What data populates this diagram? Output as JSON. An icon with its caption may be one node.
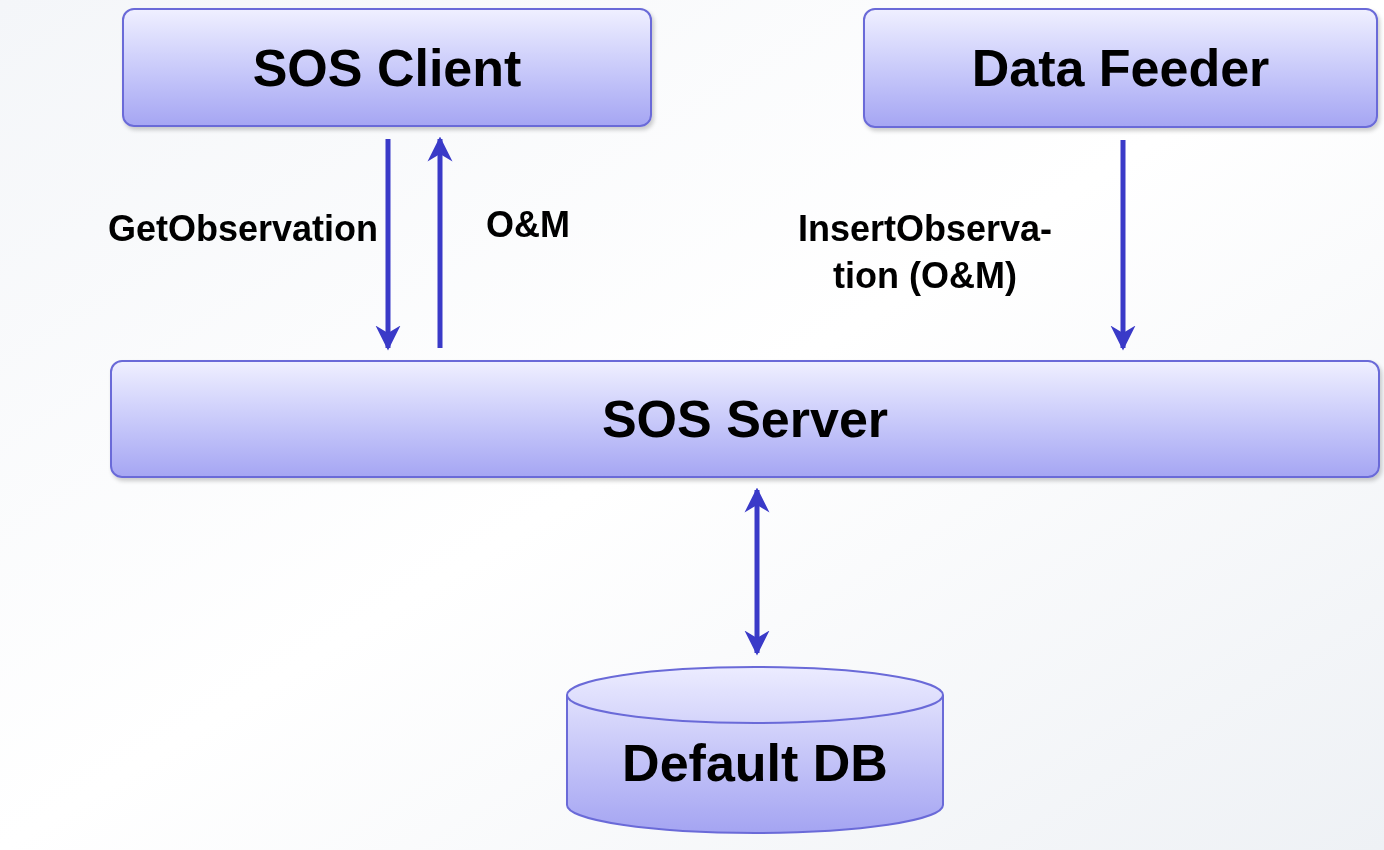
{
  "diagram": {
    "nodes": [
      {
        "text": [
          "SOS Client"
        ]
      },
      {
        "text": [
          "Data Feeder"
        ]
      },
      {
        "text": [
          "SOS Server"
        ]
      },
      {
        "text": [
          "Default DB"
        ]
      }
    ],
    "edges": [
      {
        "from": 0,
        "to": 2,
        "arrow": "to",
        "label": "GetObservation"
      },
      {
        "from": 2,
        "to": 0,
        "arrow": "to",
        "label": "O&M"
      },
      {
        "from": 1,
        "to": 2,
        "arrow": "to",
        "label": "InsertObserva- tion (O&M)"
      },
      {
        "from": 2,
        "to": 3,
        "arrow": "both"
      }
    ]
  }
}
